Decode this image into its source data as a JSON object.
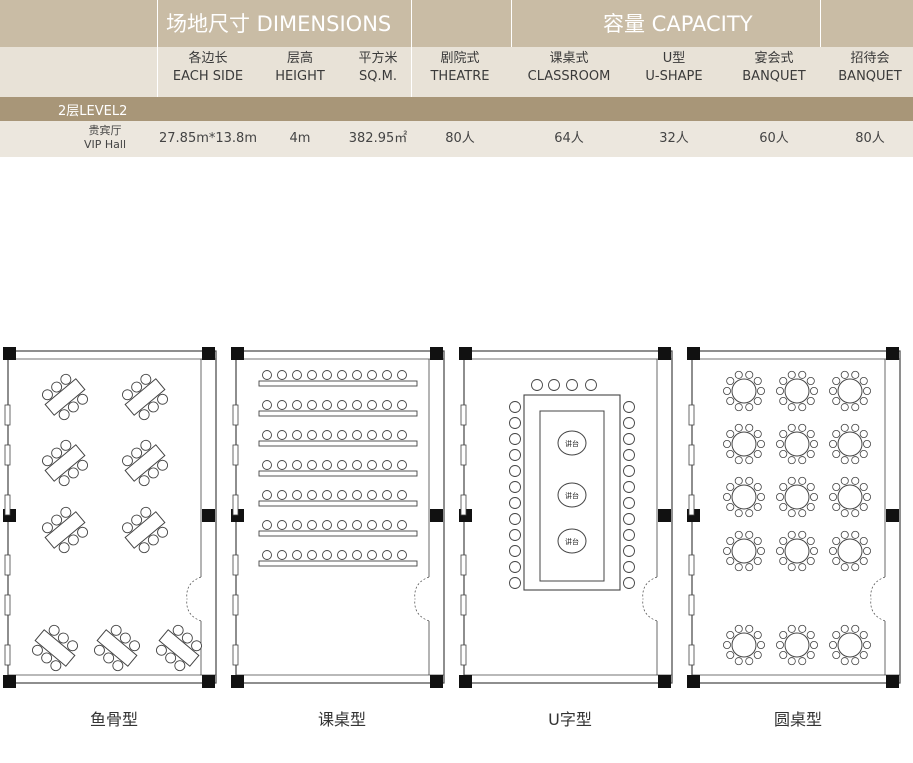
{
  "header": {
    "dimensions_title": "场地尺寸 DIMENSIONS",
    "capacity_title": "容量 CAPACITY"
  },
  "columns": [
    {
      "zh": "各边长",
      "en": "EACH SIDE"
    },
    {
      "zh": "层高",
      "en": "HEIGHT"
    },
    {
      "zh": "平方米",
      "en": "SQ.M."
    },
    {
      "zh": "剧院式",
      "en": "THEATRE"
    },
    {
      "zh": "课桌式",
      "en": "CLASSROOM"
    },
    {
      "zh": "U型",
      "en": "U-SHAPE"
    },
    {
      "zh": "宴会式",
      "en": "BANQUET"
    },
    {
      "zh": "招待会",
      "en": "BANQUET"
    }
  ],
  "level": "2层LEVEL2",
  "room": {
    "name_zh": "贵宾厅",
    "name_en": "VIP Hall",
    "values": [
      "27.85m*13.8m",
      "4m",
      "382.95㎡",
      "80人",
      "64人",
      "32人",
      "60人",
      "80人"
    ]
  },
  "layouts": [
    {
      "caption": "鱼骨型"
    },
    {
      "caption": "课桌型"
    },
    {
      "caption": "U字型"
    },
    {
      "caption": "圆桌型"
    }
  ],
  "plan_label": "讲台",
  "colors": {
    "header_dark": "#c9bca5",
    "header_light": "#e8e2d7",
    "level_bar": "#a89678",
    "row": "#ece7de"
  }
}
